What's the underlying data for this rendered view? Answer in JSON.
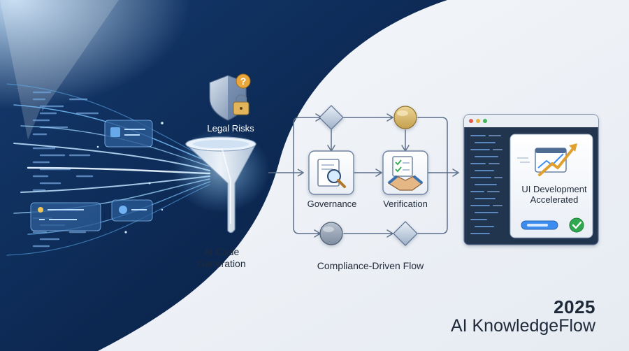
{
  "labels": {
    "legal_risks": "Legal Risks",
    "ai_code_generation": "AI Code\nGeneration",
    "governance": "Governance",
    "verification": "Verification",
    "ui_development_accelerated": "UI Development\nAccelerated",
    "compliance_flow": "Compliance-Driven Flow"
  },
  "footer": {
    "year": "2025",
    "brand": "AI KnowledgeFlow"
  },
  "icons": [
    "shield-lock-icon",
    "question-badge-icon",
    "funnel-icon",
    "diamond-decision-icon",
    "circle-node-icon",
    "document-magnifier-icon",
    "handshake-checklist-icon",
    "trend-chart-icon",
    "check-circle-icon",
    "browser-window-icon"
  ],
  "colors": {
    "dark_navy": "#0c2347",
    "mid_blue": "#1d4f8e",
    "glow": "#7fc8ff",
    "gold": "#d9b870",
    "check_green": "#2fa84f",
    "accent_blue": "#3d8df0"
  }
}
